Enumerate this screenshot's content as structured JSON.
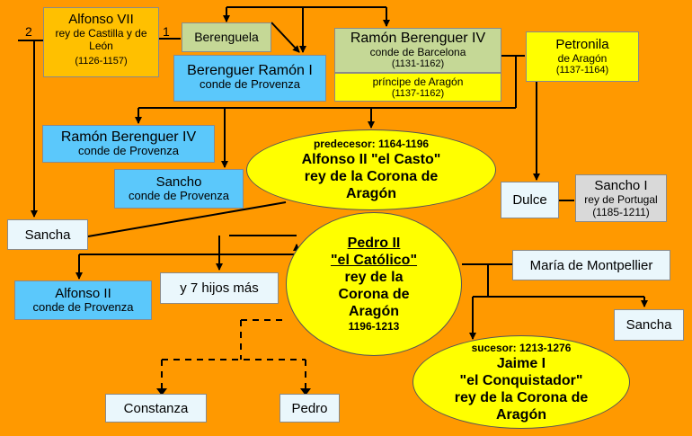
{
  "marriage_numbers": {
    "left": "2",
    "right": "1"
  },
  "people": {
    "alfonso_vii": {
      "name": "Alfonso VII",
      "title": "rey de Castilla y de León",
      "years": "(1126-1157)"
    },
    "berenguela": {
      "name": "Berenguela"
    },
    "berenguer_ramon": {
      "name": "Berenguer Ramón I",
      "title": "conde de Provenza"
    },
    "ramon_berenguer_iv_barcelona": {
      "name": "Ramón Berenguer IV",
      "title": "conde de Barcelona",
      "years": "(1131-1162)",
      "title2": "príncipe de Aragón",
      "years2": "(1137-1162)"
    },
    "petronila": {
      "name": "Petronila",
      "title": "de Aragón",
      "years": "(1137-1164)"
    },
    "ramon_berenguer_iv_provenza": {
      "name": "Ramón Berenguer IV",
      "title": "conde de Provenza"
    },
    "sancho_provenza": {
      "name": "Sancho",
      "title": "conde de Provenza"
    },
    "alfonso_ii": {
      "label": "predecesor: 1164-1196",
      "name": "Alfonso II \"el Casto\"",
      "title": "rey de la Corona de Aragón"
    },
    "dulce": {
      "name": "Dulce"
    },
    "sancho_i": {
      "name": "Sancho I",
      "title": "rey de Portugal",
      "years": "(1185-1211)"
    },
    "sancha_1": {
      "name": "Sancha"
    },
    "alfonso_ii_provenza": {
      "name": "Alfonso II",
      "title": "conde de Provenza"
    },
    "siete_hijos": {
      "name": "y 7 hijos más"
    },
    "pedro_ii": {
      "name": "Pedro II",
      "epithet": "\"el Católico\"",
      "title_1": "rey de la",
      "title_2": "Corona de",
      "title_3": "Aragón",
      "years": "1196-1213"
    },
    "maria": {
      "name": "María de Montpellier"
    },
    "sancha_2": {
      "name": "Sancha"
    },
    "jaime_i": {
      "label": "sucesor: 1213-1276",
      "name": "Jaime I",
      "epithet": "\"el Conquistador\"",
      "title_1": "rey de la Corona de",
      "title_2": "Aragón"
    },
    "constanza": {
      "name": "Constanza"
    },
    "pedro": {
      "name": "Pedro"
    }
  },
  "colors": {
    "background": "#ff9900",
    "nobility_blue": "#5bc8fb",
    "light_box": "#eaf7fc",
    "green_box": "#c5d896",
    "yellow": "#ffff00",
    "grey_box": "#d9d9d9"
  }
}
